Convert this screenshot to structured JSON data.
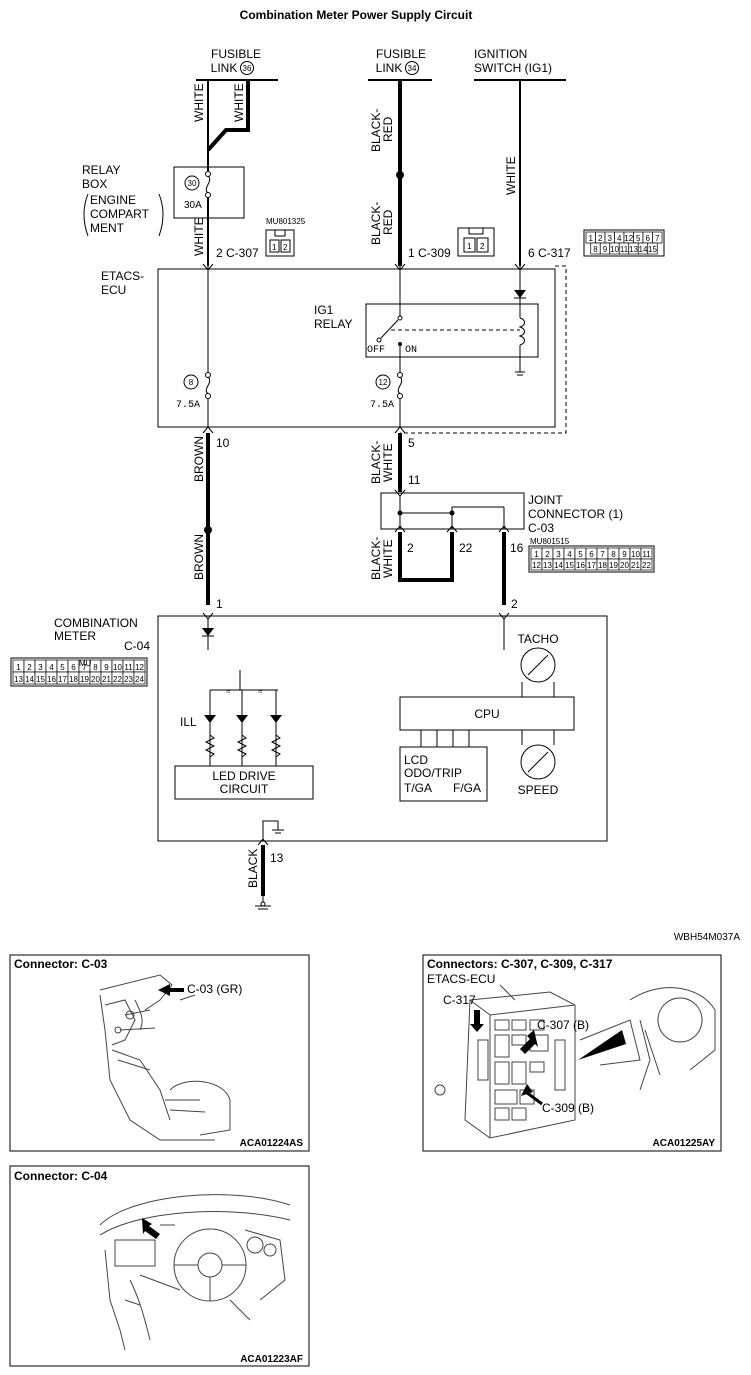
{
  "title": "Combination Meter Power Supply Circuit",
  "diagram_code": "WBH54M037A",
  "sources": {
    "fusible_link_36": {
      "line1": "FUSIBLE",
      "line2": "LINK",
      "num": "36"
    },
    "fusible_link_34": {
      "line1": "FUSIBLE",
      "line2": "LINK",
      "num": "34"
    },
    "ignition_switch": {
      "line1": "IGNITION",
      "line2": "SWITCH (IG1)"
    }
  },
  "relay_box": {
    "label1": "RELAY",
    "label2": "BOX",
    "sub1": "ENGINE",
    "sub2": "COMPART",
    "sub3": "MENT",
    "fuse_num": "30",
    "fuse_rating": "30A"
  },
  "wire_colors": {
    "white": "WHITE",
    "black": "BLACK-",
    "red": "RED",
    "black_white_1": "BLACK-",
    "white_2": "WHITE",
    "brown": "BROWN",
    "black_only": "BLACK"
  },
  "etacs": {
    "label1": "ETACS-",
    "label2": "ECU",
    "relay1": "IG1",
    "relay2": "RELAY",
    "off": "OFF",
    "on": "ON",
    "fuse8_num": "8",
    "fuse8_rating": "7.5A",
    "fuse12_num": "12",
    "fuse12_rating": "7.5A"
  },
  "connectors": {
    "c307": {
      "label": "2 C-307",
      "part": "MU801325",
      "pins": [
        "1",
        "2"
      ]
    },
    "c309": {
      "label": "1 C-309",
      "pins": [
        "1",
        "2"
      ]
    },
    "c317": {
      "label": "6 C-317",
      "pins_top": [
        "1",
        "2",
        "3",
        "4",
        "12",
        "5",
        "6",
        "7"
      ],
      "pins_bottom": [
        "8",
        "9",
        "10",
        "11",
        "13",
        "14",
        "15"
      ]
    },
    "c03": {
      "part": "MU801515",
      "pins_top": [
        "1",
        "2",
        "3",
        "4",
        "5",
        "6",
        "7",
        "8",
        "9",
        "10",
        "11"
      ],
      "pins_bottom": [
        "12",
        "13",
        "14",
        "15",
        "16",
        "17",
        "18",
        "19",
        "20",
        "21",
        "22"
      ]
    },
    "c04": {
      "label": "C-04",
      "mark": "MU",
      "pins_top": [
        "1",
        "2",
        "3",
        "4",
        "5",
        "6",
        "7",
        "8",
        "9",
        "10",
        "11",
        "12"
      ],
      "pins_bottom": [
        "13",
        "14",
        "15",
        "16",
        "17",
        "18",
        "19",
        "20",
        "21",
        "22",
        "23",
        "24"
      ]
    }
  },
  "terminals": {
    "t10": "10",
    "t5": "5",
    "t11": "11",
    "t2": "2",
    "t22": "22",
    "t16": "16",
    "t1": "1",
    "t2b": "2",
    "t13": "13"
  },
  "joint_connector": {
    "line1": "JOINT",
    "line2": "CONNECTOR (1)",
    "line3": "C-03"
  },
  "meter": {
    "label1": "COMBINATION",
    "label2": "METER",
    "tacho": "TACHO",
    "cpu": "CPU",
    "speed": "SPEED",
    "ill": "ILL",
    "led1": "LED DRIVE",
    "led2": "CIRCUIT",
    "lcd1": "LCD",
    "lcd2": "ODO/TRIP",
    "lcd3": "T/GA",
    "lcd4": "F/GA"
  },
  "panels": {
    "c03": {
      "title": "Connector: C-03",
      "callout": "C-03 (GR)",
      "code": "ACA01224AS"
    },
    "c307": {
      "title": "Connectors: C-307, C-309, C-317",
      "sub": "ETACS-ECU",
      "callout1": "C-317",
      "callout2": "C-307 (B)",
      "callout3": "C-309 (B)",
      "code": "ACA01225AY"
    },
    "c04": {
      "title": "Connector: C-04",
      "code": "ACA01223AF"
    }
  }
}
